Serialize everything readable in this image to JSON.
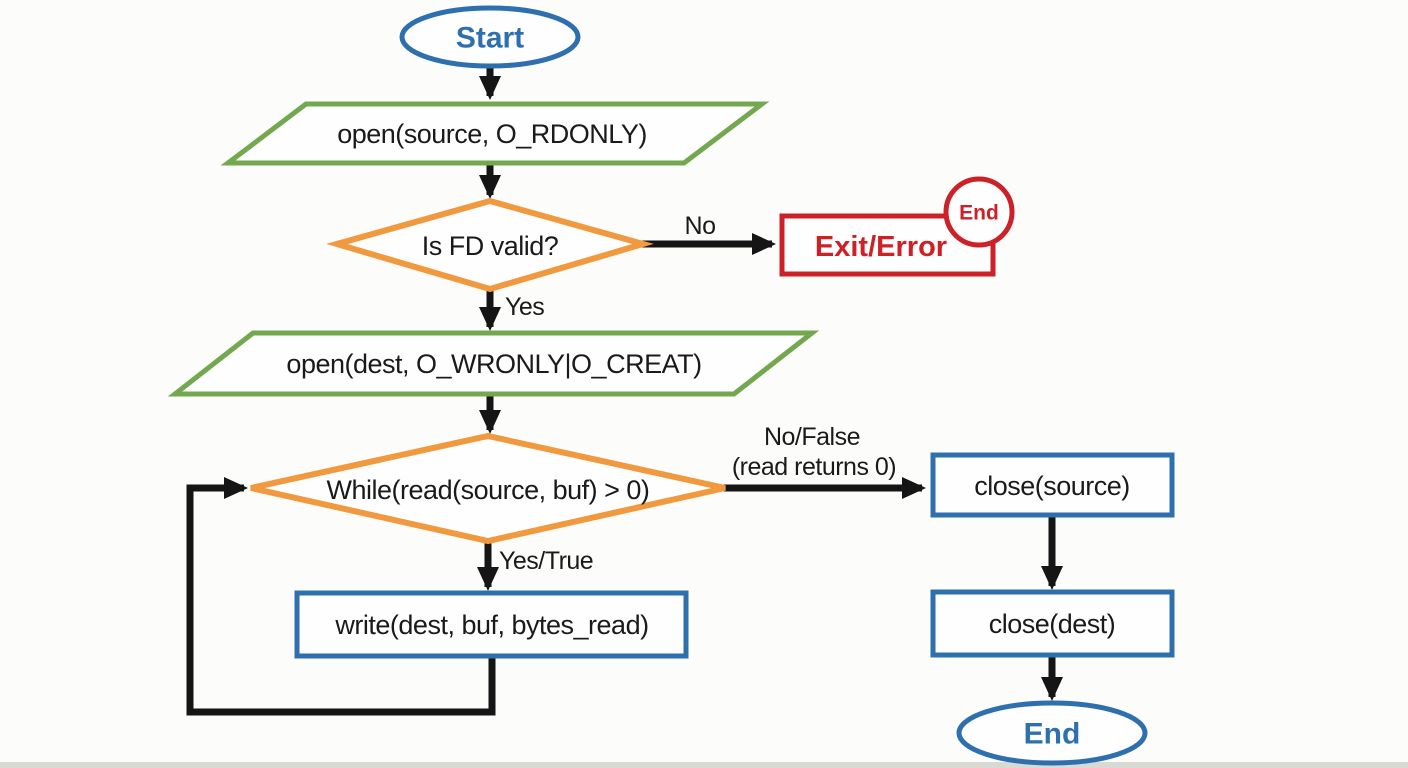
{
  "colors": {
    "blue": "#2e6fae",
    "green": "#74a850",
    "orange": "#f0993f",
    "red": "#cc2127",
    "line": "#151515",
    "text": "#1a1a1a",
    "bg": "#fcfcfb"
  },
  "nodes": {
    "start": {
      "label": "Start"
    },
    "open_source": {
      "label": "open(source, O_RDONLY)"
    },
    "fd_valid": {
      "label": "Is FD valid?"
    },
    "exit_error": {
      "label": "Exit/Error",
      "badge": "End"
    },
    "open_dest": {
      "label": "open(dest, O_WRONLY|O_CREAT)"
    },
    "while_read": {
      "label": "While(read(source, buf) > 0)"
    },
    "write_dest": {
      "label": "write(dest, buf, bytes_read)"
    },
    "close_source": {
      "label": "close(source)"
    },
    "close_dest": {
      "label": "close(dest)"
    },
    "end": {
      "label": "End"
    }
  },
  "edge_labels": {
    "no": "No",
    "yes": "Yes",
    "yes_true": "Yes/True",
    "no_false_line1": "No/False",
    "no_false_line2": "(read returns 0)"
  }
}
